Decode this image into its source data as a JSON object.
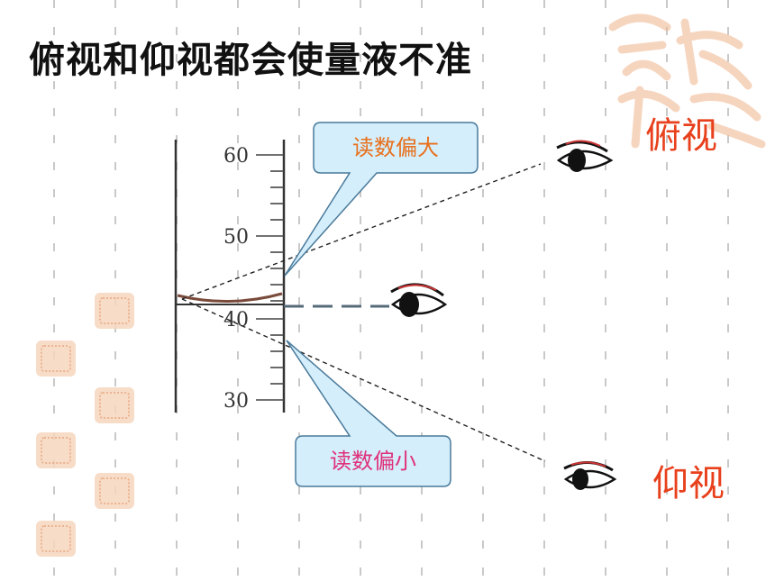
{
  "slide": {
    "title": "俯视和仰视都会使量液不准",
    "label_top_view": "俯视",
    "label_bottom_view": "仰视"
  },
  "callouts": {
    "top": "读数偏大",
    "bottom": "读数偏小"
  },
  "cylinder": {
    "scale_labels": [
      "60",
      "50",
      "40",
      "30"
    ]
  },
  "colors": {
    "title": "#111111",
    "label_red": "#e8401c",
    "callout_top_text": "#e8701c",
    "callout_bottom_text": "#e0307a",
    "callout_fill": "#d4eefb",
    "grid": "#c9c9c9",
    "seal": "#f6d6be"
  },
  "icons": [
    "eye-icon",
    "seal-stamp"
  ]
}
